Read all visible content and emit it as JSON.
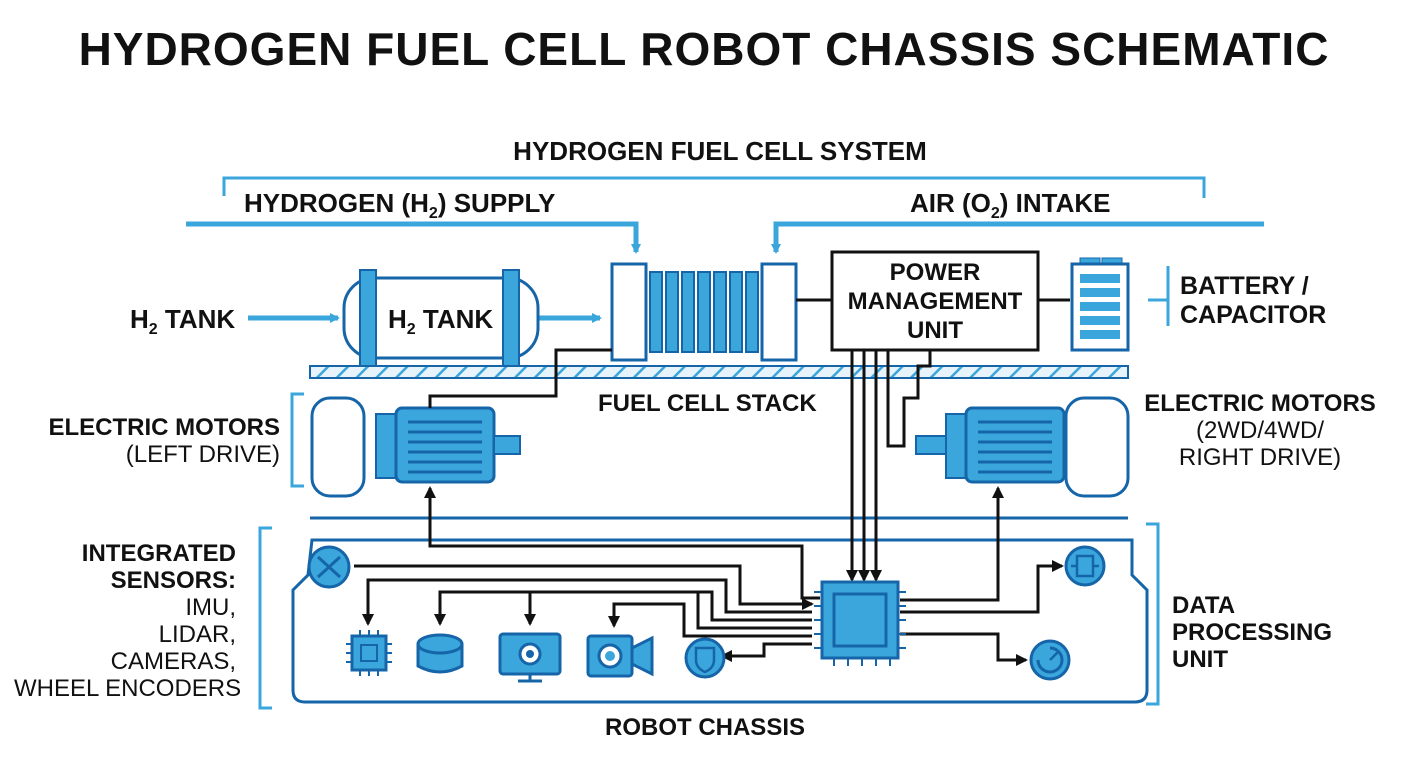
{
  "title": "HYDROGEN FUEL CELL ROBOT CHASSIS SCHEMATIC",
  "colors": {
    "accent": "#3aa6dc",
    "accent_dark": "#1565a8",
    "ink": "#111111",
    "fill_light": "#e6f3fb"
  },
  "system": {
    "label": "HYDROGEN FUEL CELL SYSTEM",
    "h2_supply": {
      "pre": "HYDROGEN (H",
      "sub": "2",
      "post": ") SUPPLY"
    },
    "air_intake": {
      "pre": "AIR (O",
      "sub": "2",
      "post": ") INTAKE"
    }
  },
  "tank": {
    "outer_label": {
      "pre": "H",
      "sub": "2",
      "post": " TANK"
    },
    "inner_label": {
      "pre": "H",
      "sub": "2",
      "post": " TANK"
    }
  },
  "fuel_cell_stack": "FUEL CELL STACK",
  "pmu": {
    "line1": "POWER",
    "line2": "MANAGEMENT",
    "line3": "UNIT"
  },
  "battery": {
    "line1": "BATTERY /",
    "line2": "CAPACITOR"
  },
  "motors_left": {
    "line1": "ELECTRIC MOTORS",
    "line2": "(LEFT DRIVE)"
  },
  "motors_right": {
    "line1": "ELECTRIC MOTORS",
    "line2": "(2WD/4WD/",
    "line3": "RIGHT DRIVE)"
  },
  "sensors": {
    "line1": "INTEGRATED",
    "line2": "SENSORS:",
    "line3": "IMU,",
    "line4": "LIDAR,",
    "line5": "CAMERAS,",
    "line6": "WHEEL ENCODERS"
  },
  "dpu": {
    "line1": "DATA",
    "line2": "PROCESSING",
    "line3": "UNIT"
  },
  "chassis": "ROBOT CHASSIS",
  "icons": [
    "imu-chip-icon",
    "lidar-icon",
    "monitor-camera-icon",
    "video-camera-icon",
    "encoder-shield-icon",
    "hub-icon",
    "connector-icon",
    "gauge-icon",
    "processor-chip-icon"
  ]
}
